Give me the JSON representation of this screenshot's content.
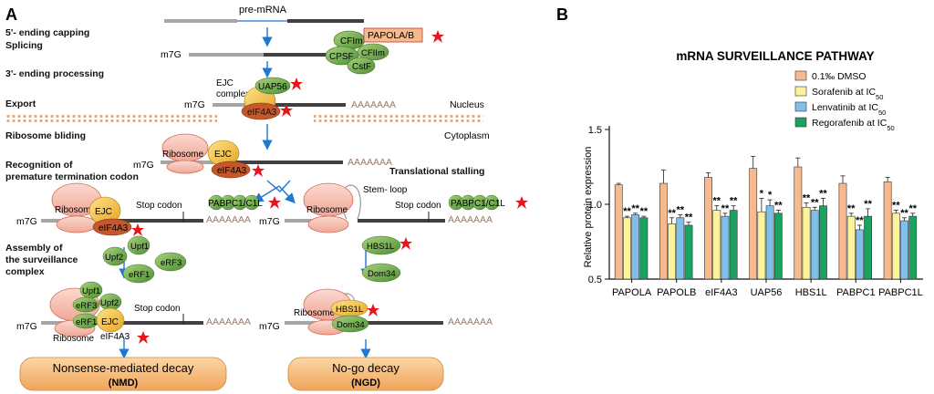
{
  "panel_a": {
    "letter": "A",
    "steps": {
      "capping": "5'- ending capping",
      "splicing": "Splicing",
      "processing": "3'- ending processing",
      "export": "Export",
      "ribosome_binding": "Ribosome bliding",
      "recognition_1": "Recognition of",
      "recognition_2": "premature termination codon",
      "assembly_1": "Assembly of",
      "assembly_2": "the surveillance",
      "assembly_3": "complex",
      "translational_stalling": "Translational stalling"
    },
    "labels": {
      "pre_mrna": "pre-mRNA",
      "m7g": "m7G",
      "poly_a": "AAAAAAA",
      "nucleus": "Nucleus",
      "cytoplasm": "Cytoplasm",
      "ejc_complex_1": "EJC",
      "ejc_complex_2": "complex",
      "stop_codon": "Stop codon",
      "stem_loop": "Stem- loop",
      "ribosome": "Ribosome"
    },
    "proteins": {
      "cfim_top": "CFIm",
      "papola_b": "PAPOLA/B",
      "cpsf": "CPSF",
      "cfiim": "CFIIm",
      "cstf": "CstF",
      "uap56": "UAP56",
      "eif4a3": "eIF4A3",
      "ejc": "EJC",
      "pabpc1": "PABPC1/C1L",
      "upf1": "Upf1",
      "upf2": "Upf2",
      "erf3": "eRF3",
      "erf1": "eRF1",
      "hbs1l": "HBS1L",
      "dom34": "Dom34"
    },
    "outcomes": {
      "nmd_1": "Nonsense-mediated decay",
      "nmd_2": "(NMD)",
      "ngd_1": "No-go decay",
      "ngd_2": "(NGD)"
    },
    "colors": {
      "star": "#e8141b",
      "green_protein": "#6fa84a",
      "yellow_protein": "#f2c23a",
      "ribosome": "#f4b9a8",
      "papola_box": "#f7b98d",
      "membrane": "#e5a97c",
      "arrow": "#1f78d1",
      "decay_box": "#f5b97a"
    }
  },
  "panel_b": {
    "letter": "B"
  },
  "chart_data": {
    "type": "bar",
    "title": "mRNA SURVEILLANCE PATHWAY",
    "ylabel": "Relative protein expression",
    "xlabel": "",
    "ylim": [
      0.5,
      1.5
    ],
    "yticks": [
      "0.5",
      "1.0",
      "1.5"
    ],
    "categories": [
      "PAPOLA",
      "PAPOLB",
      "eIF4A3",
      "UAP56",
      "HBS1L",
      "PABPC1",
      "PABPC1L"
    ],
    "legend_position": "top-right",
    "series": [
      {
        "name": "0.1‰ DMSO",
        "color": "#f7b98d",
        "values": [
          1.13,
          1.14,
          1.18,
          1.24,
          1.25,
          1.14,
          1.15
        ],
        "errors": [
          0.01,
          0.09,
          0.03,
          0.08,
          0.06,
          0.05,
          0.03
        ],
        "sig": [
          "",
          "",
          "",
          "",
          "",
          "",
          ""
        ]
      },
      {
        "name": "Sorafenib at IC50",
        "color": "#fbf29a",
        "values": [
          0.91,
          0.87,
          0.96,
          0.95,
          0.98,
          0.92,
          0.94
        ],
        "errors": [
          0.01,
          0.04,
          0.03,
          0.09,
          0.03,
          0.02,
          0.02
        ],
        "sig": [
          "**",
          "**",
          "**",
          "*",
          "**",
          "**",
          "**"
        ]
      },
      {
        "name": "Lenvatinib at IC50",
        "color": "#7fbfe9",
        "values": [
          0.93,
          0.91,
          0.92,
          0.99,
          0.96,
          0.83,
          0.89
        ],
        "errors": [
          0.01,
          0.02,
          0.02,
          0.04,
          0.02,
          0.03,
          0.02
        ],
        "sig": [
          "**",
          "**",
          "**",
          "*",
          "**",
          "**",
          "**"
        ]
      },
      {
        "name": "Regorafenib at IC50",
        "color": "#1aa35f",
        "values": [
          0.91,
          0.86,
          0.96,
          0.94,
          0.99,
          0.92,
          0.92
        ],
        "errors": [
          0.01,
          0.02,
          0.03,
          0.02,
          0.05,
          0.05,
          0.02
        ],
        "sig": [
          "**",
          "**",
          "**",
          "**",
          "**",
          "**",
          "**"
        ]
      }
    ]
  }
}
